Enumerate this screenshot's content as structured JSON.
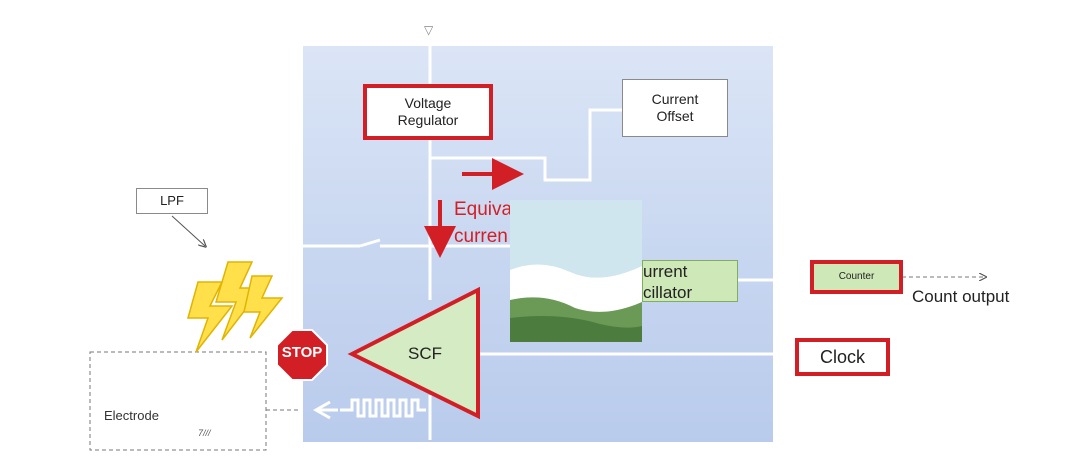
{
  "blocks": {
    "voltage_regulator": "Voltage\nRegulator",
    "current_offset": "Current\nOffset",
    "lpf": "LPF",
    "counter": "Counter",
    "clock": "Clock",
    "scf": "SCF",
    "oscillator_line1": "urrent",
    "oscillator_line2": "cillator",
    "electrode": "Electrode",
    "electrode_sub": "7///",
    "stop_sign": "STOP"
  },
  "annotations": {
    "equivalent_line1": "Equivalent",
    "equivalent_line2": "curren",
    "count_output": "Count output"
  },
  "colors": {
    "accent_red": "#d21f26",
    "panel_blue": "#c9d7f0",
    "scf_green": "#d4ebc3",
    "oscillator_green": "#cfe8b8",
    "lightning_yellow": "#ffe04a"
  },
  "icons": [
    "lightning-bolt-icon",
    "stop-sign-icon",
    "landscape-image"
  ]
}
